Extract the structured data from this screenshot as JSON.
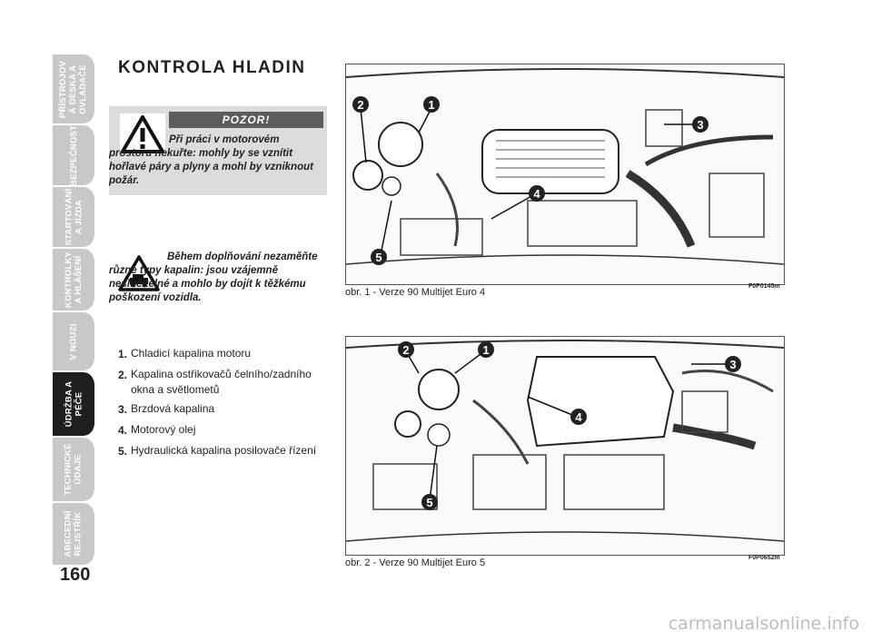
{
  "side_tabs": [
    {
      "label": "PŘÍSTROJOV\nÁ DESKA A\nOVLADAČE",
      "active": false
    },
    {
      "label": "BEZPEČNOST",
      "active": false
    },
    {
      "label": "STARTOVÁNÍ\nA JÍZDA",
      "active": false
    },
    {
      "label": "KONTROLKY\nA HLÁŠENÍ",
      "active": false
    },
    {
      "label": "V NOUZI",
      "active": false
    },
    {
      "label": "ÚDRŽBA A\nPÉČE",
      "active": true
    },
    {
      "label": "TECHNICKÉ\nÚDAJE",
      "active": false
    },
    {
      "label": "ABECEDNÍ\nREJSTŘÍK",
      "active": false
    }
  ],
  "page_number": "160",
  "title": "KONTROLA HLADIN",
  "warning": {
    "header": "POZOR!",
    "text": "Při práci v motorovém prostoru nekuřte: mohly by se vznítit hořlavé páry a plyny a mohl by vzniknout požár."
  },
  "note": {
    "text": "Během doplňování nezaměňte různé typy kapalin: jsou vzájemně neslučitelné a mohlo by dojít k těžkému poškození vozidla."
  },
  "legend": [
    {
      "num": "1.",
      "text": "Chladicí kapalina motoru"
    },
    {
      "num": "2.",
      "text": "Kapalina ostřikovačů čelního/zadního okna a světlometů"
    },
    {
      "num": "3.",
      "text": "Brzdová kapalina"
    },
    {
      "num": "4.",
      "text": "Motorový olej"
    },
    {
      "num": "5.",
      "text": "Hydraulická kapalina posilovače řízení"
    }
  ],
  "figures": [
    {
      "caption": "obr. 1 - Verze 90 Multijet Euro 4",
      "code": "F0P0145m",
      "markers": [
        "1",
        "2",
        "3",
        "4",
        "5"
      ]
    },
    {
      "caption": "obr. 2 - Verze 90 Multijet Euro 5",
      "code": "F0P0652m",
      "markers": [
        "1",
        "2",
        "3",
        "4",
        "5"
      ]
    }
  ],
  "watermark": "carmanualsonline.info",
  "colors": {
    "tab_inactive": "#c8c8c8",
    "tab_active": "#1e1e1e",
    "warning_bg": "#dcdcdc",
    "warning_header": "#5c5c5c"
  }
}
